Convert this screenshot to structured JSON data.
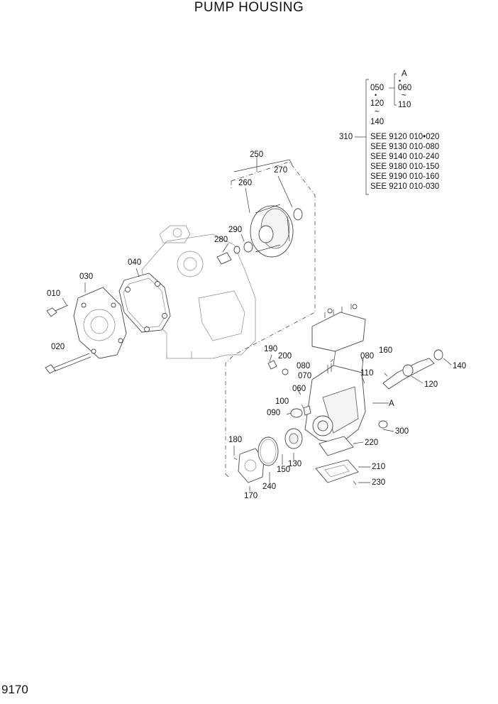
{
  "title": "PUMP HOUSING",
  "page_number": "9170",
  "callouts": {
    "c010": "010",
    "c020": "020",
    "c030": "030",
    "c040": "040",
    "c050": "050",
    "c060": "060",
    "c070": "070",
    "c080a": "080",
    "c080b": "080",
    "c090": "090",
    "c100": "100",
    "c110": "110",
    "c120": "120",
    "c130": "130",
    "c140": "140",
    "c150": "150",
    "c160": "160",
    "c170": "170",
    "c180": "180",
    "c190": "190",
    "c200": "200",
    "c210": "210",
    "c220": "220",
    "c230": "230",
    "c240": "240",
    "c250": "250",
    "c260": "260",
    "c270": "270",
    "c280": "280",
    "c290": "290",
    "c300": "300",
    "c310": "310",
    "cA_main": "A"
  },
  "legend": {
    "group_a": {
      "label": "A",
      "top": "060",
      "tilde": "~",
      "bottom": "110"
    },
    "range": {
      "start": "050",
      "dot": "•",
      "mid": "120",
      "tilde": "~",
      "end": "140"
    },
    "see_refs": [
      "SEE 9120  010•020",
      "SEE 9130  010-080",
      "SEE 9140  010-240",
      "SEE 9180  010-150",
      "SEE 9190  010-160",
      "SEE 9210  010-030"
    ]
  }
}
